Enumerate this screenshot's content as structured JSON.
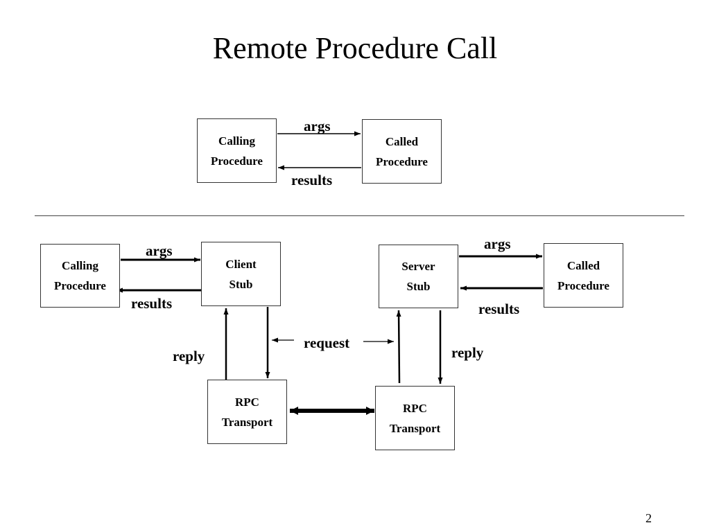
{
  "slide": {
    "title": "Remote Procedure Call",
    "page_number": "2"
  },
  "top": {
    "calling": {
      "line1": "Calling",
      "line2": "Procedure"
    },
    "called": {
      "line1": "Called",
      "line2": "Procedure"
    },
    "args": "args",
    "results": "results"
  },
  "bottom": {
    "calling": {
      "line1": "Calling",
      "line2": "Procedure"
    },
    "client_stub": {
      "line1": "Client",
      "line2": "Stub"
    },
    "server_stub": {
      "line1": "Server",
      "line2": "Stub"
    },
    "called": {
      "line1": "Called",
      "line2": "Procedure"
    },
    "rpc_left": {
      "line1": "RPC",
      "line2": "Transport"
    },
    "rpc_right": {
      "line1": "RPC",
      "line2": "Transport"
    },
    "args_left": "args",
    "results_left": "results",
    "args_right": "args",
    "results_right": "results",
    "reply_left": "reply",
    "reply_right": "reply",
    "request": "request"
  }
}
